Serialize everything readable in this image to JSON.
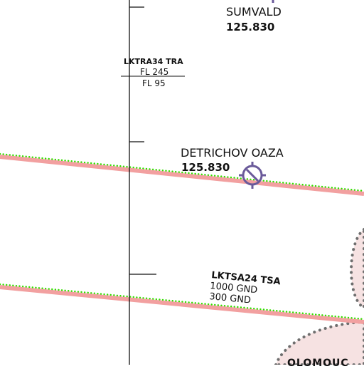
{
  "map": {
    "colors": {
      "background": "#ffffff",
      "meridian_line": "#111111",
      "boundary_salmon": "#f2a0a0",
      "boundary_green_dots": "#33dd00",
      "tma_fill": "#f6e2e2",
      "tma_dots": "#6e6e6e",
      "navaid_symbol": "#6a5a9a"
    },
    "waypoints": [
      {
        "name": "SUMVALD",
        "frequency": "125.830"
      },
      {
        "name": "DETRICHOV OAZA",
        "frequency": "125.830",
        "symbol": "reporting-point-icon"
      }
    ],
    "airspaces": [
      {
        "name": "LKTRA34 TRA",
        "upper": "FL 245",
        "lower": "FL 95"
      },
      {
        "name": "LKTSA24 TSA",
        "upper": "1000 GND",
        "lower": "300 GND"
      }
    ],
    "partial_label": "OLOMOUC"
  }
}
